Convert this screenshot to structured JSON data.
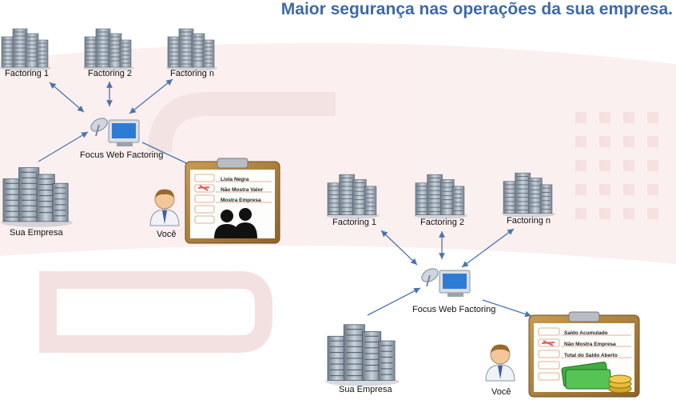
{
  "title": "Maior segurança nas operações da sua empresa.",
  "diagram1": {
    "factoring1": "Factoring 1",
    "factoring2": "Factoring 2",
    "factoringn": "Factoring n",
    "hub": "Focus Web Factoring",
    "company": "Sua Empresa",
    "user": "Você",
    "clipboard": [
      "Lista Negra",
      "Não Mostra Valor",
      "Mostra Empresa"
    ]
  },
  "diagram2": {
    "factoring1": "Factoring 1",
    "factoring2": "Factoring 2",
    "factoringn": "Factoring n",
    "hub": "Focus Web Factoring",
    "company": "Sua Empresa",
    "user": "Você",
    "clipboard": [
      "Saldo Acumulado",
      "Não Mostra Empresa",
      "Total do Saldo Aberto"
    ]
  },
  "colors": {
    "title": "#3d6aa6",
    "arrow": "#4a74ae",
    "watermark": "#f6e4e4"
  }
}
